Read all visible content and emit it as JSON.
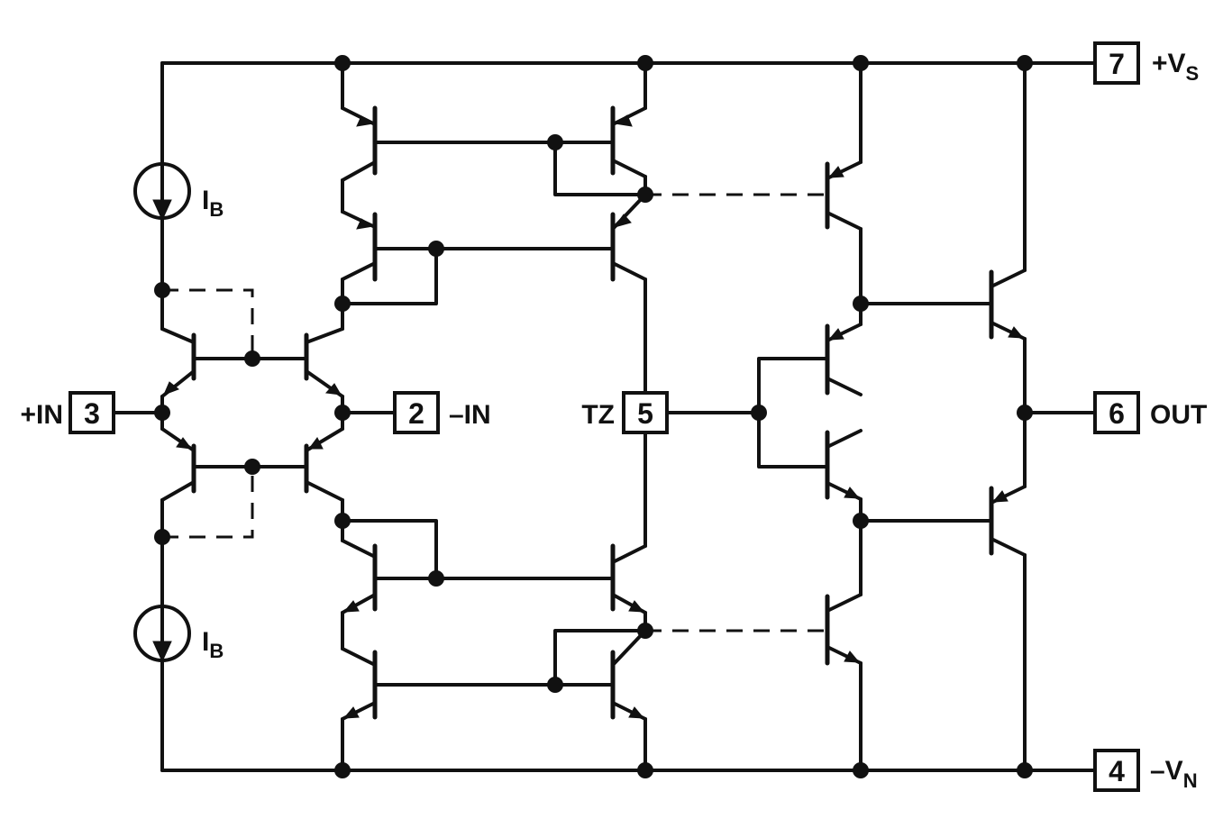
{
  "pins": {
    "plus_in": {
      "number": "3",
      "label": "+IN"
    },
    "minus_in": {
      "number": "2",
      "label": "–IN"
    },
    "tz": {
      "number": "5",
      "label": "TZ"
    },
    "out": {
      "number": "6",
      "label": "OUT"
    },
    "plus_vs": {
      "number": "7",
      "label": "+V",
      "subscript": "S"
    },
    "minus_vn": {
      "number": "4",
      "label": "–V",
      "subscript": "N"
    }
  },
  "current_sources": {
    "upper": {
      "label": "I",
      "subscript": "B",
      "icon": "current-source-icon"
    },
    "lower": {
      "label": "I",
      "subscript": "B",
      "icon": "current-source-icon"
    }
  }
}
